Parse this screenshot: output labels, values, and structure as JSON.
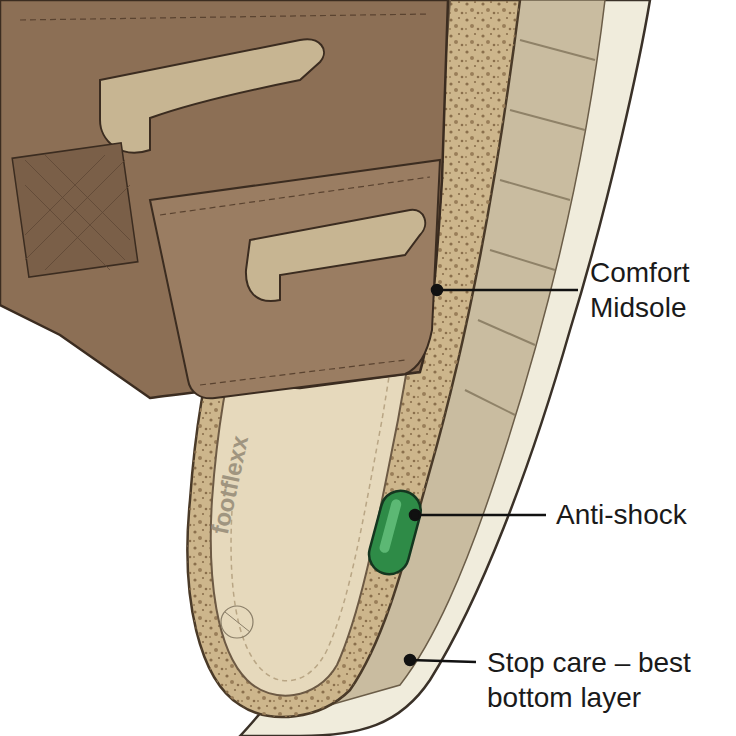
{
  "diagram": {
    "labels": [
      "Comfort Midsole",
      "footflexx",
      "Anti-shock",
      "Stop care – best bottom layer"
    ]
  }
}
